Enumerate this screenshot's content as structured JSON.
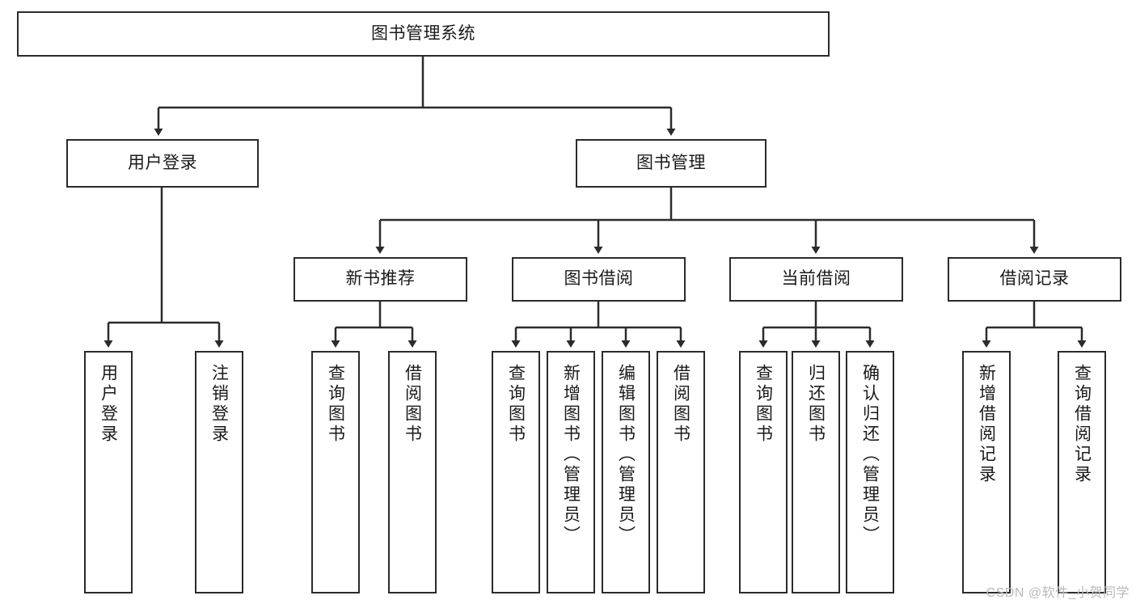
{
  "diagram": {
    "title": "图书管理系统",
    "watermark": "CSDN @软件_小贺同学",
    "line_color": "#2b2b2b",
    "box_fill": "#ffffff",
    "text_color": "#1a1a1a",
    "nodes": {
      "root": "图书管理系统",
      "user_login": "用户登录",
      "book_manage": "图书管理",
      "new_book_rec": "新书推荐",
      "book_borrow": "图书借阅",
      "current_borrow": "当前借阅",
      "borrow_record": "借阅记录",
      "leaf_user_login": "用户登录",
      "leaf_user_logout": "注销登录",
      "leaf_rec_query_book": "查询图书",
      "leaf_rec_borrow_book": "借阅图书",
      "leaf_borrow_query_book": "查询图书",
      "leaf_borrow_add_book": "新增图书（管理员）",
      "leaf_borrow_edit_book": "编辑图书（管理员）",
      "leaf_borrow_borrow_book": "借阅图书",
      "leaf_current_query_book": "查询图书",
      "leaf_current_return_book": "归还图书",
      "leaf_current_confirm_return": "确认归还（管理员）",
      "leaf_record_add": "新增借阅记录",
      "leaf_record_query": "查询借阅记录"
    },
    "hierarchy": {
      "图书管理系统": [
        "用户登录",
        "图书管理"
      ],
      "用户登录": [
        "用户登录",
        "注销登录"
      ],
      "图书管理": [
        "新书推荐",
        "图书借阅",
        "当前借阅",
        "借阅记录"
      ],
      "新书推荐": [
        "查询图书",
        "借阅图书"
      ],
      "图书借阅": [
        "查询图书",
        "新增图书（管理员）",
        "编辑图书（管理员）",
        "借阅图书"
      ],
      "当前借阅": [
        "查询图书",
        "归还图书",
        "确认归还（管理员）"
      ],
      "借阅记录": [
        "新增借阅记录",
        "查询借阅记录"
      ]
    }
  }
}
